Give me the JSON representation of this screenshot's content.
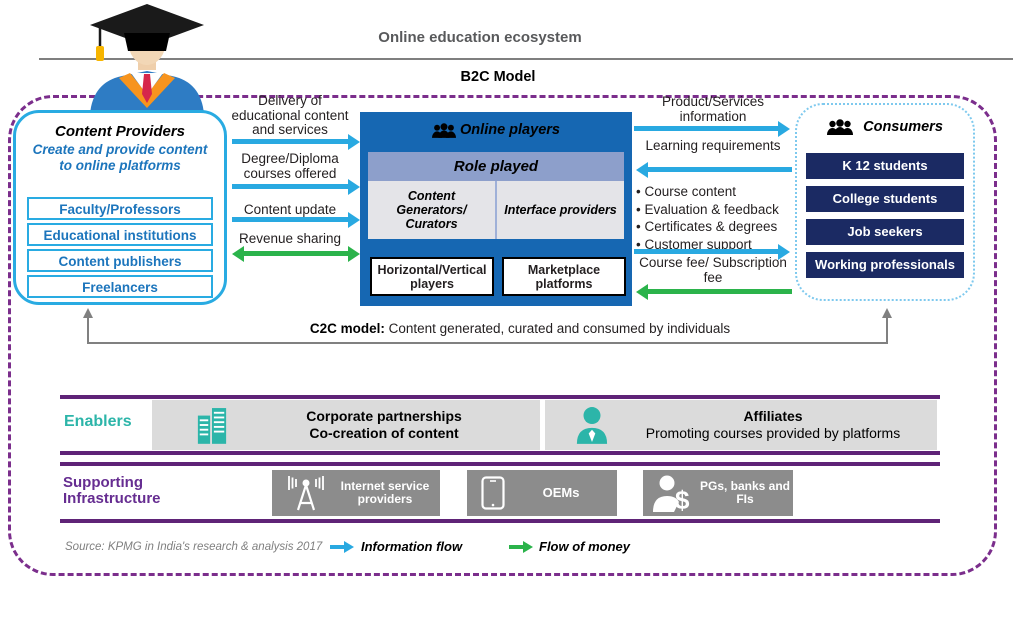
{
  "header": {
    "title": "Online education ecosystem",
    "b2c_label": "B2C Model"
  },
  "content_providers": {
    "title": "Content Providers",
    "subtitle": "Create and provide content to online platforms",
    "items": [
      "Faculty/Professors",
      "Educational institutions",
      "Content publishers",
      "Freelancers"
    ]
  },
  "b2c_flows_left": {
    "delivery": "Delivery of educational content and services",
    "degree": "Degree/Diploma courses offered",
    "content_update": "Content update",
    "revenue": "Revenue sharing"
  },
  "online_players": {
    "title": "Online players",
    "role_header": "Role played",
    "role_left": "Content Generators/ Curators",
    "role_right": "Interface providers",
    "bottom_left": "Horizontal/Vertical players",
    "bottom_right": "Marketplace platforms"
  },
  "b2c_flows_right": {
    "product_info": "Product/Services information",
    "learning_req": "Learning requirements",
    "bullets": [
      "Course content",
      "Evaluation & feedback",
      "Certificates & degrees",
      "Customer support"
    ],
    "course_fee": "Course fee/ Subscription fee"
  },
  "consumers": {
    "title": "Consumers",
    "items": [
      "K 12 students",
      "College students",
      "Job seekers",
      "Working professionals"
    ]
  },
  "c2c": {
    "label": "C2C model:",
    "text": " Content generated, curated and consumed by individuals"
  },
  "enablers": {
    "label": "Enablers",
    "partnership_title": "Corporate partnerships",
    "partnership_subtitle": "Co-creation of content",
    "affiliates_title": "Affiliates",
    "affiliates_subtitle": "Promoting courses provided by platforms"
  },
  "supporting": {
    "label": "Supporting Infrastructure",
    "isp": "Internet service providers",
    "oems": "OEMs",
    "pgs": "PGs, banks and FIs"
  },
  "footer": {
    "source": "Source: KPMG in India's research & analysis 2017",
    "info_flow": "Information flow",
    "money_flow": "Flow of money"
  },
  "colors": {
    "info_arrow": "#29A9E1",
    "money_arrow": "#2BB34B",
    "player_blue": "#1667B2",
    "role_band": "#8D9FCB",
    "navy": "#1B2A63",
    "teal": "#2CB5A9",
    "purple_line": "#5F2377",
    "provider_blue": "#1C75BC",
    "dashed_border": "#7B2E8C"
  }
}
